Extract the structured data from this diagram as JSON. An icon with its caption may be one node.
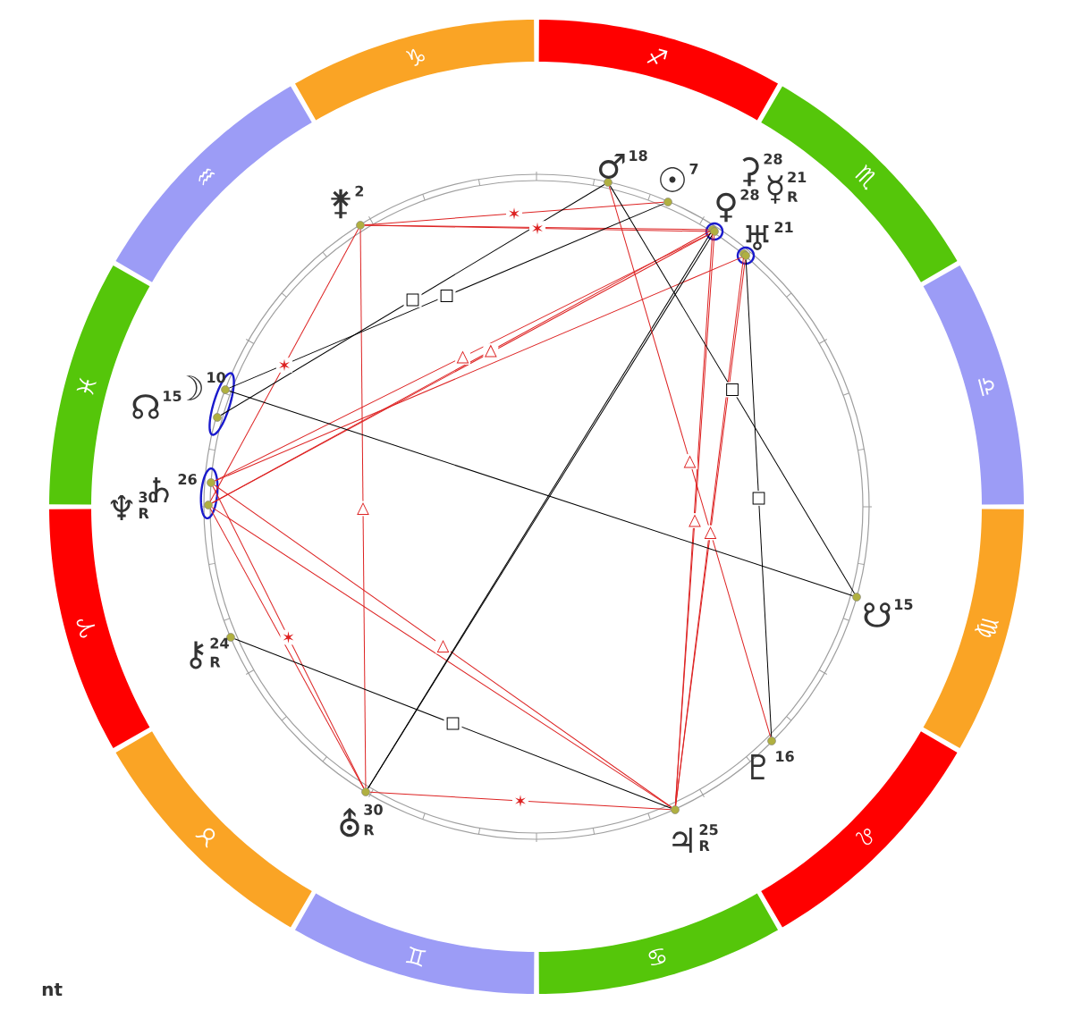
{
  "diagram": {
    "nodes": [
      {
        "text": [
          "♈"
        ]
      },
      {
        "text": [
          "♉"
        ]
      },
      {
        "text": [
          "♊"
        ]
      },
      {
        "text": [
          "♋"
        ]
      },
      {
        "text": [
          "♌"
        ]
      },
      {
        "text": [
          "♍"
        ]
      },
      {
        "text": [
          "♎"
        ]
      },
      {
        "text": [
          "♏"
        ]
      },
      {
        "text": [
          "♐"
        ]
      },
      {
        "text": [
          "♑"
        ]
      },
      {
        "text": [
          "♒"
        ]
      },
      {
        "text": [
          "♓"
        ]
      },
      {
        "text": [],
        "shape": "circle",
        "beside": [
          "⚵",
          "2"
        ]
      },
      {
        "text": [],
        "shape": "circle",
        "beside": [
          "♂",
          "18"
        ]
      },
      {
        "text": [],
        "shape": "circle",
        "beside": [
          "☉",
          "7"
        ]
      },
      {
        "text": [],
        "shape": "circle",
        "beside": [
          "⚳",
          "28"
        ]
      },
      {
        "text": [],
        "shape": "circle",
        "beside": [
          "♀",
          "28"
        ]
      },
      {
        "text": [],
        "shape": "circle",
        "beside": [
          "☿",
          "21",
          "R"
        ]
      },
      {
        "text": [],
        "shape": "circle",
        "beside": [
          "♅",
          "21"
        ]
      },
      {
        "text": [],
        "shape": "circle",
        "beside": [
          "☽",
          "10"
        ]
      },
      {
        "text": [],
        "shape": "circle",
        "beside": [
          "☊",
          "15"
        ]
      },
      {
        "text": [],
        "shape": "circle",
        "beside": [
          "♄",
          "26"
        ]
      },
      {
        "text": [],
        "shape": "circle",
        "beside": [
          "♆",
          "30",
          "R"
        ]
      },
      {
        "text": [],
        "shape": "circle",
        "beside": [
          "⚷",
          "24",
          "R"
        ]
      },
      {
        "text": [],
        "shape": "circle",
        "beside": [
          "⛢",
          "30",
          "R"
        ]
      },
      {
        "text": [],
        "shape": "circle",
        "beside": [
          "♃",
          "25",
          "R"
        ]
      },
      {
        "text": [],
        "shape": "circle",
        "beside": [
          "♇",
          "16"
        ]
      },
      {
        "text": [],
        "shape": "circle",
        "beside": [
          "☋",
          "15"
        ]
      }
    ],
    "edges": [
      {
        "from": 14,
        "to": 12,
        "arrow": "none",
        "label": "✶"
      },
      {
        "from": 16,
        "to": 12,
        "arrow": "none",
        "label": "✶"
      },
      {
        "from": 15,
        "to": 12,
        "arrow": "none"
      },
      {
        "from": 12,
        "to": 22,
        "arrow": "none",
        "label": "✶"
      },
      {
        "from": 12,
        "to": 24,
        "arrow": "none",
        "label": "△"
      },
      {
        "from": 16,
        "to": 21,
        "arrow": "none",
        "label": "△"
      },
      {
        "from": 15,
        "to": 22,
        "arrow": "none",
        "label": "△"
      },
      {
        "from": 18,
        "to": 21,
        "arrow": "none"
      },
      {
        "from": 16,
        "to": 22,
        "arrow": "none"
      },
      {
        "from": 21,
        "to": 24,
        "arrow": "none",
        "label": "✶"
      },
      {
        "from": 22,
        "to": 24,
        "arrow": "none"
      },
      {
        "from": 21,
        "to": 25,
        "arrow": "none",
        "label": "△"
      },
      {
        "from": 22,
        "to": 25,
        "arrow": "none"
      },
      {
        "from": 24,
        "to": 25,
        "arrow": "none",
        "label": "✶"
      },
      {
        "from": 16,
        "to": 24,
        "arrow": "none",
        "color": "#000000"
      },
      {
        "from": 15,
        "to": 24,
        "arrow": "none",
        "color": "#000000"
      },
      {
        "from": 16,
        "to": 25,
        "arrow": "none",
        "label": "△"
      },
      {
        "from": 15,
        "to": 25,
        "arrow": "none"
      },
      {
        "from": 18,
        "to": 25,
        "arrow": "none",
        "label": "△"
      },
      {
        "from": 17,
        "to": 25,
        "arrow": "none"
      },
      {
        "from": 13,
        "to": 26,
        "arrow": "none",
        "label": "△"
      },
      {
        "from": 14,
        "to": 19,
        "arrow": "none",
        "label": "□",
        "color": "#000000"
      },
      {
        "from": 13,
        "to": 20,
        "arrow": "none",
        "label": "□",
        "color": "#000000"
      },
      {
        "from": 19,
        "to": 27,
        "arrow": "none",
        "color": "#000000"
      },
      {
        "from": 13,
        "to": 27,
        "arrow": "none",
        "label": "□",
        "color": "#000000"
      },
      {
        "from": 18,
        "to": 26,
        "arrow": "none",
        "label": "□",
        "color": "#000000"
      },
      {
        "from": 23,
        "to": 25,
        "arrow": "none",
        "label": "□",
        "color": "#000000"
      }
    ],
    "labels": [
      "nt"
    ]
  }
}
